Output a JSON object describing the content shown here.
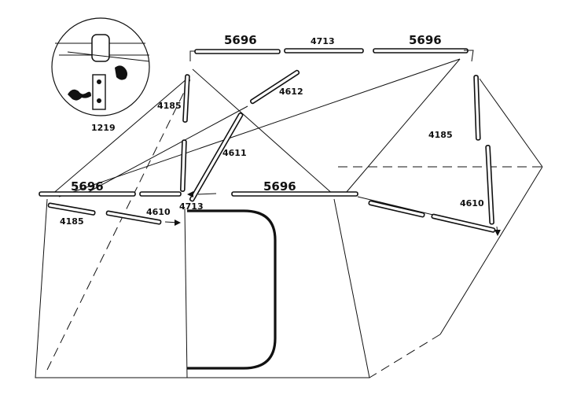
{
  "labels": {
    "top_left_5696": "5696",
    "top_mid_4713": "4713",
    "top_right_5696": "5696",
    "ridge_4612": "4612",
    "left_upright_4185": "4185",
    "center_4611": "4611",
    "left_eave_5696": "5696",
    "mid_eave_5696": "5696",
    "right_4185": "4185",
    "right_4610": "4610",
    "left_4185": "4185",
    "left_4610": "4610",
    "center_4713": "4713",
    "inset_1219": "1219"
  }
}
